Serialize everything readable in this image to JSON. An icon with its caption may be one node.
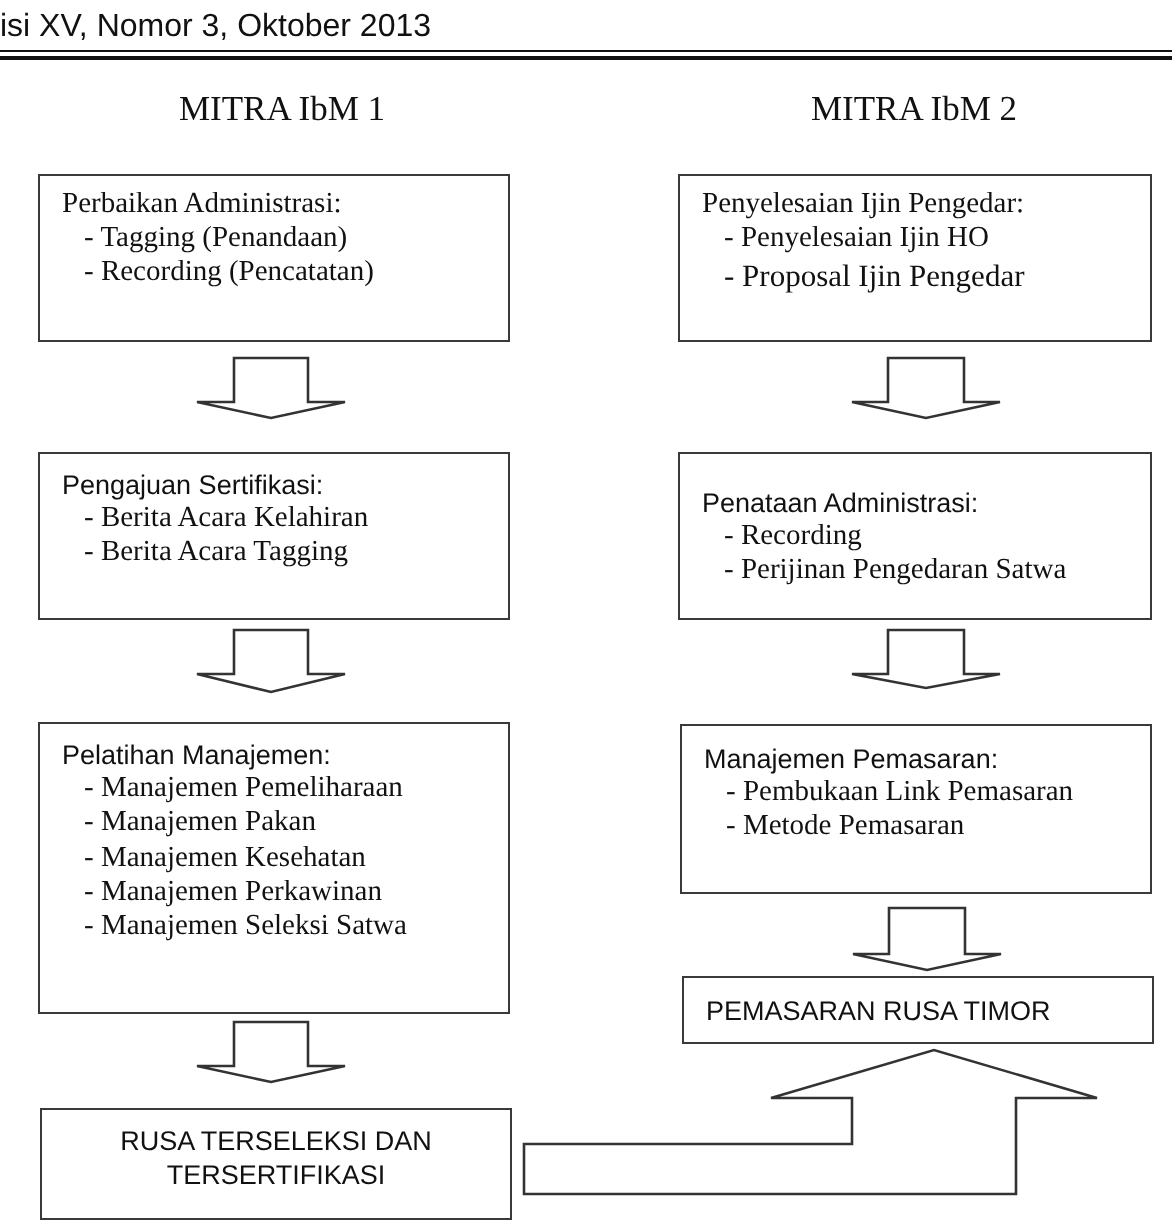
{
  "diagram": {
    "nodes": [
      {
        "text": [
          "Perbaikan Administrasi:",
          "- Tagging (Penandaan)",
          "- Recording (Pencatatan)"
        ]
      },
      {
        "text": [
          "Pengajuan Sertifikasi:",
          "- Berita Acara Kelahiran",
          "- Berita Acara Tagging"
        ]
      },
      {
        "text": [
          "Pelatihan Manajemen:",
          "- Manajemen Pemeliharaan",
          "- Manajemen Pakan",
          "- Manajemen Kesehatan",
          "- Manajemen Perkawinan",
          "- Manajemen Seleksi Satwa"
        ]
      },
      {
        "text": [
          "RUSA TERSELEKSI DAN TERSERTIFIKASI"
        ]
      },
      {
        "text": [
          "Penyelesaian Ijin Pengedar:",
          "- Penyelesaian Ijin HO",
          "- Proposal Ijin Pengedar"
        ]
      },
      {
        "text": [
          "Penataan Administrasi:",
          "- Recording",
          "- Perijinan Pengedaran Satwa"
        ]
      },
      {
        "text": [
          "Manajemen Pemasaran:",
          "- Pembukaan Link Pemasaran",
          "- Metode Pemasaran"
        ]
      },
      {
        "text": [
          "PEMASARAN RUSA TIMOR"
        ]
      }
    ],
    "edges": [
      {
        "from": 0,
        "to": 1,
        "arrow": "to"
      },
      {
        "from": 1,
        "to": 2,
        "arrow": "to"
      },
      {
        "from": 2,
        "to": 3,
        "arrow": "to"
      },
      {
        "from": 4,
        "to": 5,
        "arrow": "to"
      },
      {
        "from": 5,
        "to": 6,
        "arrow": "to"
      },
      {
        "from": 6,
        "to": 7,
        "arrow": "to"
      },
      {
        "from": 3,
        "to": 7,
        "arrow": "to"
      }
    ],
    "labels": [
      "isi XV, Nomor 3, Oktober 2013",
      "MITRA IbM 1",
      "MITRA IbM 2"
    ]
  }
}
